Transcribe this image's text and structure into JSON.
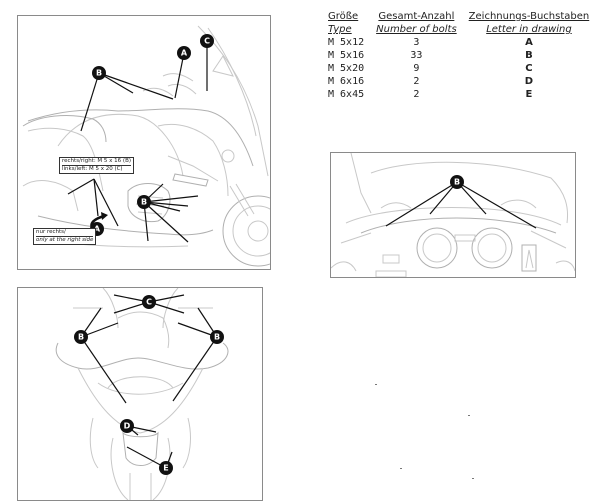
{
  "table": {
    "headers_de": [
      "Größe",
      "Gesamt-Anzahl",
      "Zeichnungs-Buchstaben"
    ],
    "headers_en": [
      "Type",
      "Number of bolts",
      "Letter in drawing"
    ],
    "rows": [
      {
        "type": "M  5x12",
        "count": "3",
        "letter": "A"
      },
      {
        "type": "M  5x16",
        "count": "33",
        "letter": "B"
      },
      {
        "type": "M  5x20",
        "count": "9",
        "letter": "C"
      },
      {
        "type": "M  6x16",
        "count": "2",
        "letter": "D"
      },
      {
        "type": "M  6x45",
        "count": "2",
        "letter": "E"
      }
    ]
  },
  "panels": {
    "side_view": {
      "markers": [
        "B",
        "A",
        "C",
        "B",
        "A"
      ],
      "callout_bolt_size": {
        "line1": "rechts/right: M 5 x 16 (B)",
        "line2": "links/left: M 5 x 20 (C)"
      },
      "callout_right_only": {
        "line1": "nur rechts/",
        "line2": "only at the right side"
      }
    },
    "dashboard_view": {
      "markers": [
        "B"
      ]
    },
    "front_view": {
      "markers": [
        "C",
        "B",
        "B",
        "D",
        "E"
      ]
    }
  },
  "colors": {
    "marker_fill": "#111111",
    "marker_text": "#ffffff",
    "panel_border": "#8a8a8a",
    "sketch_line": "#c8c8c8"
  }
}
